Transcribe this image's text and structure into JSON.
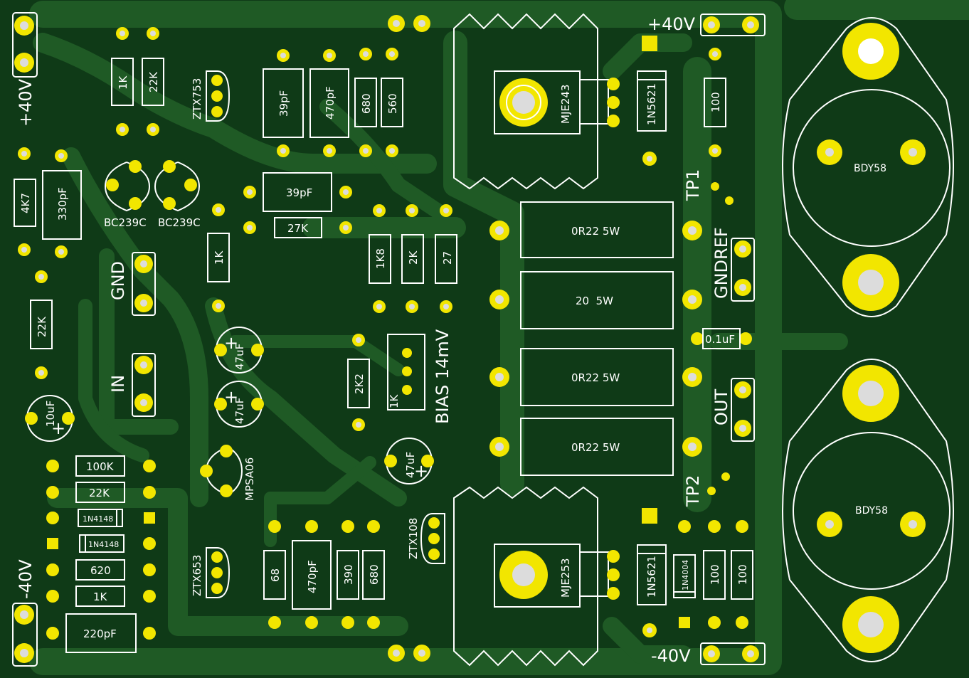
{
  "board": {
    "colors": {
      "substrate": "#0f3a17",
      "copper": "#1f5a25",
      "pad": "#f2e600",
      "silkscreen": "#ffffff",
      "drill": "#dcdcdc"
    },
    "connectors": {
      "pos40_left": "+40V",
      "neg40_left": "-40V",
      "gnd": "GND",
      "input": "IN",
      "pos40_top": "+40V",
      "neg40_bottom": "-40V",
      "tp1": "TP1",
      "tp2": "TP2",
      "gndref": "GNDREF",
      "out": "OUT",
      "bias": "BIAS 14mV"
    },
    "resistors": {
      "r_1k_top": "1K",
      "r_22k_top": "22K",
      "r_680_top": "680",
      "r_560": "560",
      "r_4k7": "4K7",
      "r_22k_left": "22K",
      "r_27k": "27K",
      "r_1k_mid": "1K",
      "r_1k8": "1K8",
      "r_2k": "2K",
      "r_27": "27",
      "r_2k2": "2K2",
      "r_100k": "100K",
      "r_22k_bottom": "22K",
      "r_620": "620",
      "r_1k_bottom": "1K",
      "r_68": "68",
      "r_390": "390",
      "r_680_bottom": "680",
      "r_100_top": "100",
      "r_100_b1": "100",
      "r_100_b2": "100",
      "pot_1k": "1K"
    },
    "power_resistors": {
      "p1": "0R22 5W",
      "p2": "20  5W",
      "p3": "0R22 5W",
      "p4": "0R22 5W"
    },
    "capacitors": {
      "c_39pf_top": "39pF",
      "c_470pf_top": "470pF",
      "c_330pf": "330pF",
      "c_39pf_mid": "39pF",
      "c_470pf_bottom": "470pF",
      "c_220pf": "220pF",
      "c_01uf": "0.1uF",
      "e_47uf_1": "47uF",
      "e_47uf_2": "47uF",
      "e_47uf_3": "47uF",
      "e_10uf": "10uF",
      "plus": "+"
    },
    "semiconductors": {
      "ztx753": "ZTX753",
      "ztx653": "ZTX653",
      "ztx108": "ZTX108",
      "bc239c_1": "BC239C",
      "bc239c_2": "BC239C",
      "mpsa06": "MPSA06",
      "mje243": "MJE243",
      "mje253": "MJE253",
      "d_1n5621_top": "1N5621",
      "d_1n5621_bottom": "1N5621",
      "d_1n4004": "1N4004",
      "d_1n4148_1": "1N4148",
      "d_1n4148_2": "1N4148",
      "bdy58_top": "BDY58",
      "bdy58_bottom": "BDY58"
    }
  }
}
